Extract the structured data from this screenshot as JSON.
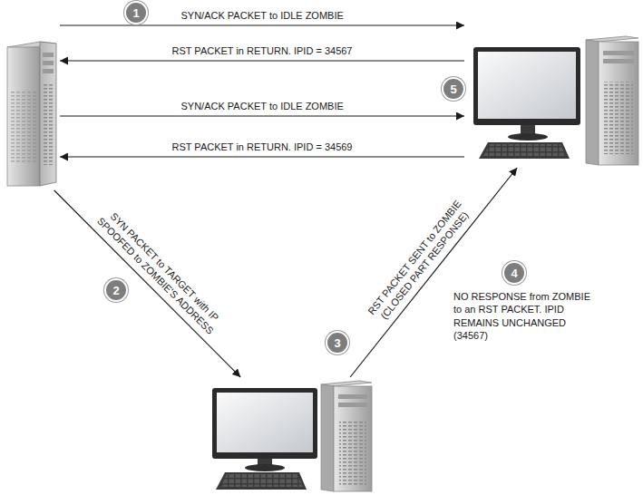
{
  "diagram": {
    "nodes": [
      {
        "text": []
      },
      {
        "text": []
      },
      {
        "text": []
      },
      {
        "text": [
          "1"
        ]
      },
      {
        "text": [
          "2"
        ]
      },
      {
        "text": [
          "3"
        ]
      },
      {
        "text": [
          "4"
        ]
      },
      {
        "text": [
          "5"
        ]
      }
    ],
    "edges": [
      {
        "from": 0,
        "to": 1,
        "arrow": "to",
        "label": "SYN/ACK PACKET to IDLE ZOMBIE"
      },
      {
        "from": 1,
        "to": 0,
        "arrow": "to",
        "label": "RST PACKET in RETURN. IPID = 34567"
      },
      {
        "from": 0,
        "to": 1,
        "arrow": "to",
        "label": "SYN/ACK PACKET to IDLE ZOMBIE"
      },
      {
        "from": 1,
        "to": 0,
        "arrow": "to",
        "label": "RST PACKET in RETURN. IPID = 34569"
      },
      {
        "from": 0,
        "to": 2,
        "arrow": "to",
        "label": "SYN PACKET to TARGET with IP SPOOFED to ZOMBIE'S ADDRESS"
      },
      {
        "from": 2,
        "to": 1,
        "arrow": "to",
        "label": "RST PACKET SENT to ZOMBIE (CLOSED PART RESPONSE)"
      }
    ],
    "labels": [
      "NO RESPONSE from ZOMBIE to an RST PACKET. IPID REMAINS UNCHANGED (34567)"
    ]
  }
}
